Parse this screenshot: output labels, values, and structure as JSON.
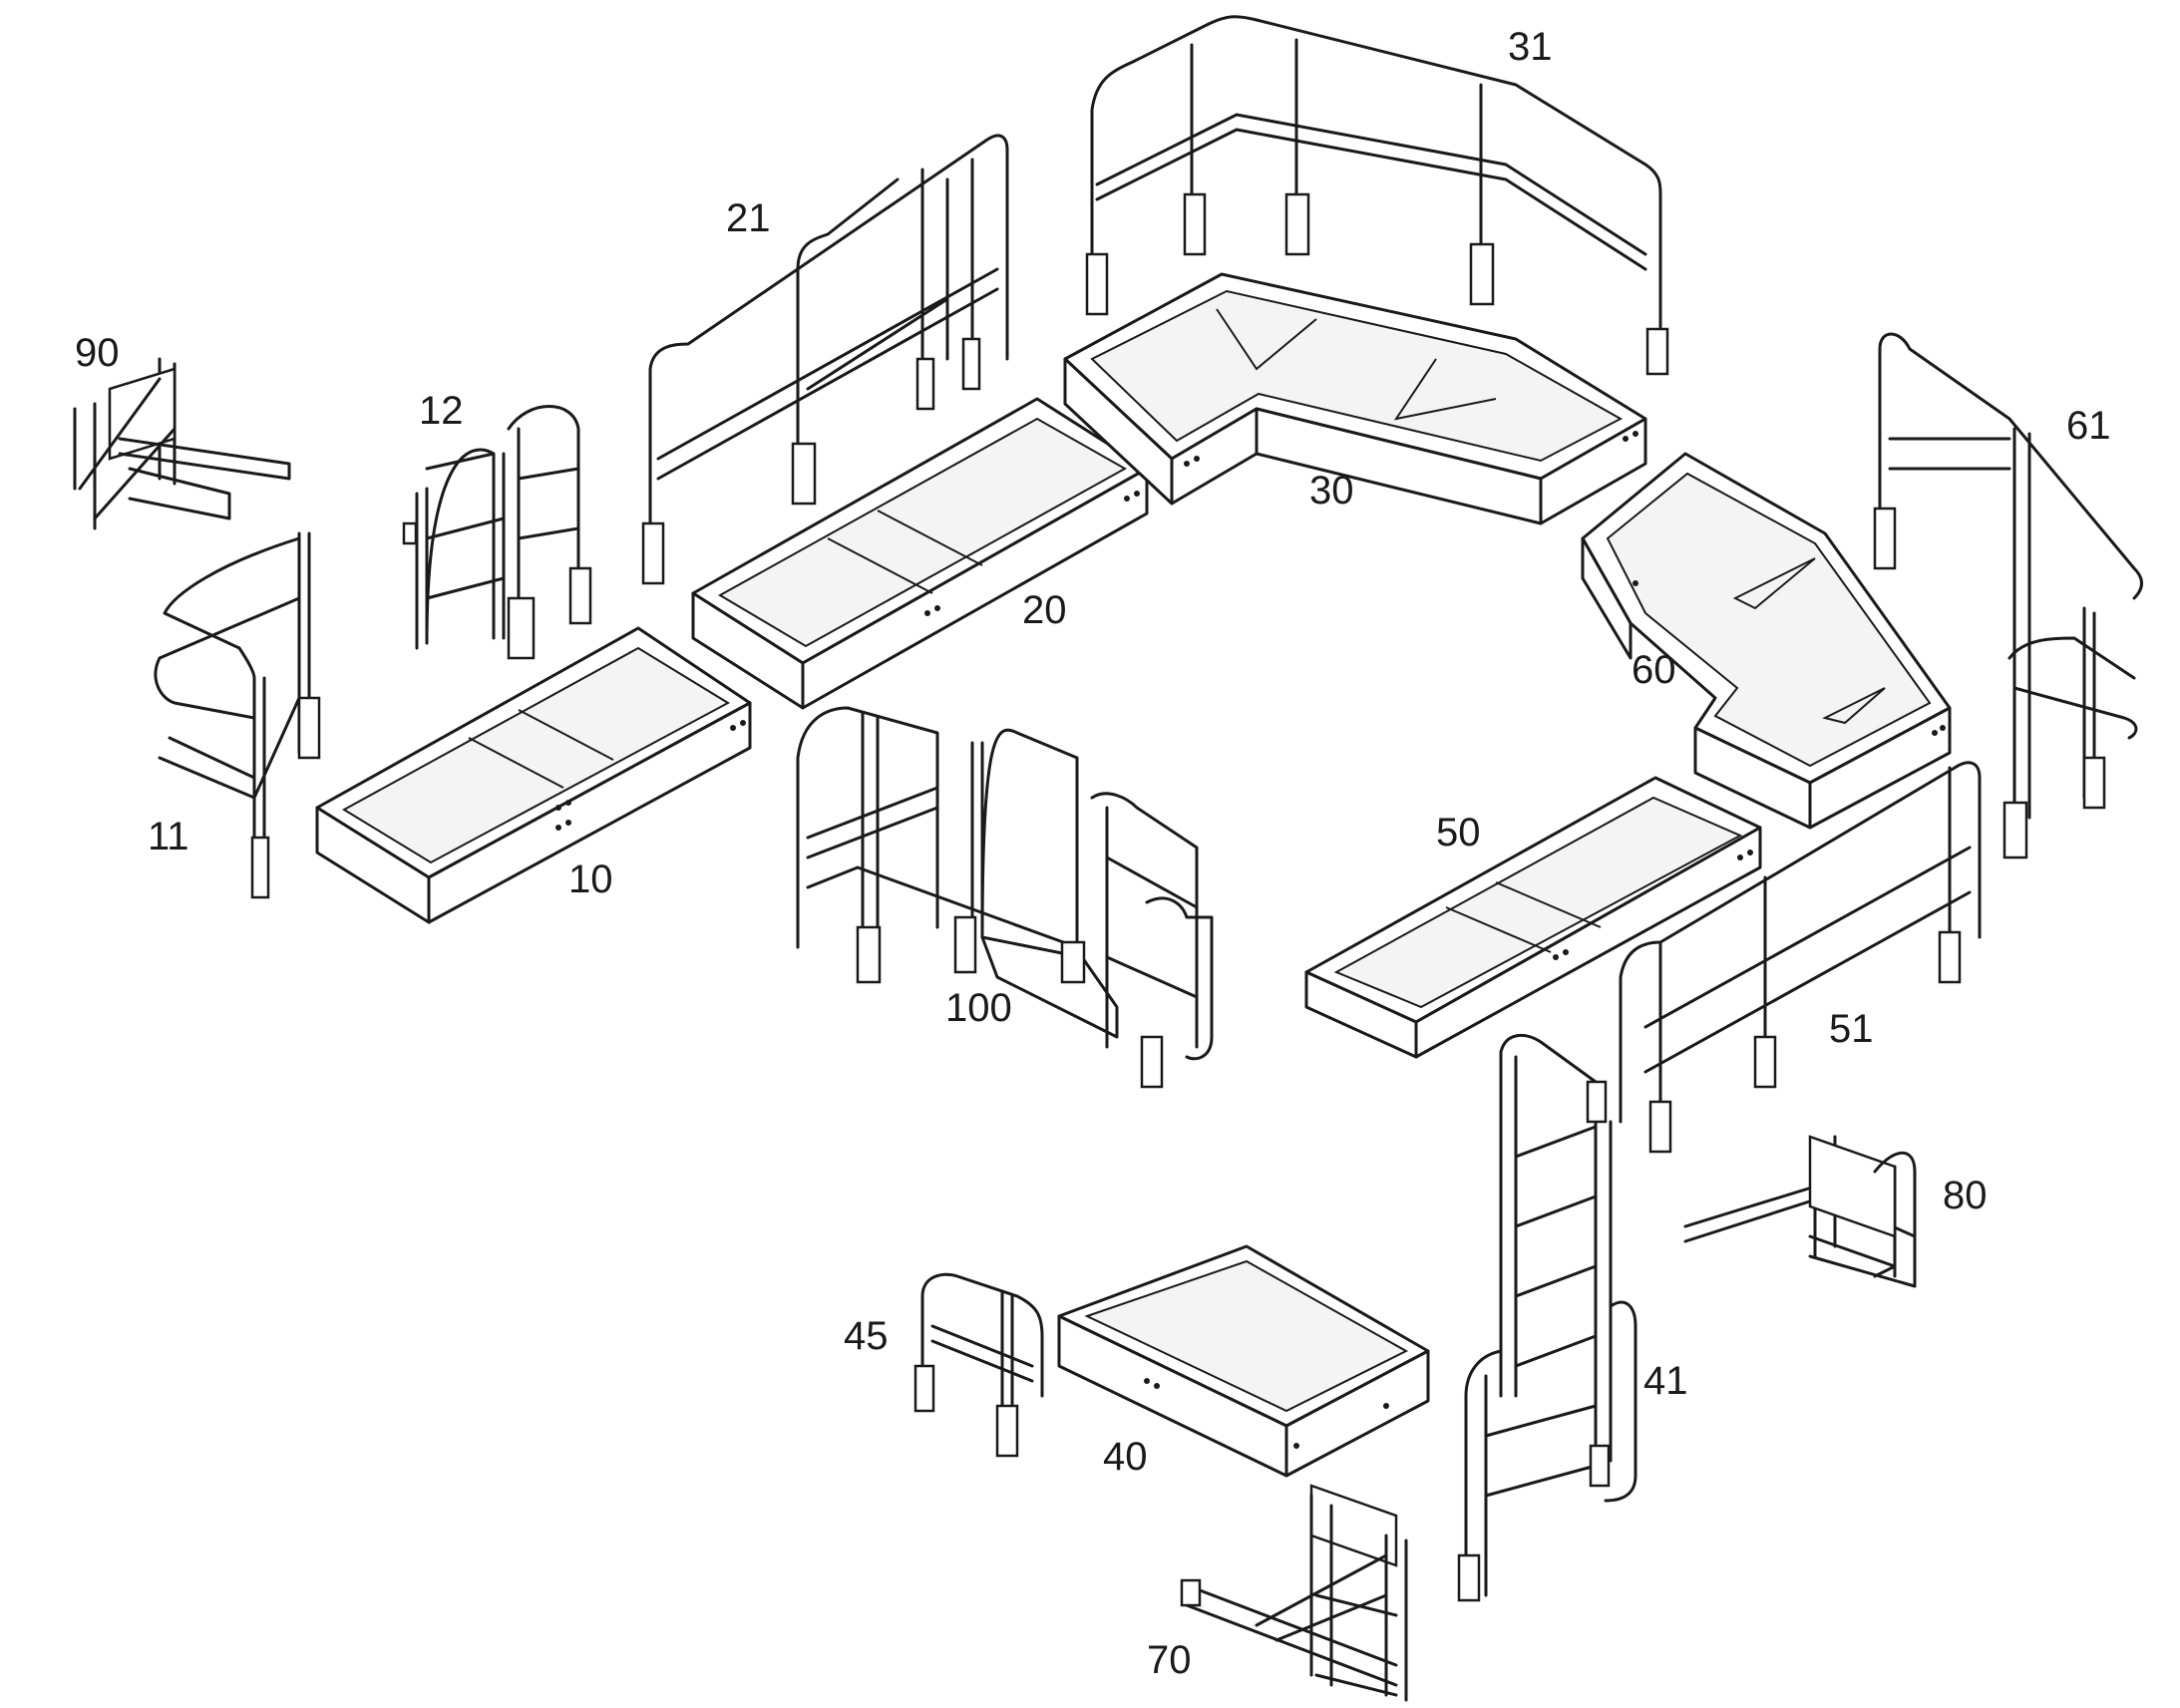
{
  "labels": {
    "p10": "10",
    "p11": "11",
    "p12": "12",
    "p20": "20",
    "p21": "21",
    "p30": "30",
    "p31": "31",
    "p40": "40",
    "p41": "41",
    "p45": "45",
    "p50": "50",
    "p51": "51",
    "p60": "60",
    "p61": "61",
    "p70": "70",
    "p80": "80",
    "p90": "90",
    "p100": "100"
  },
  "colors": {
    "line": "#1a1a1a",
    "background": "#ffffff"
  }
}
